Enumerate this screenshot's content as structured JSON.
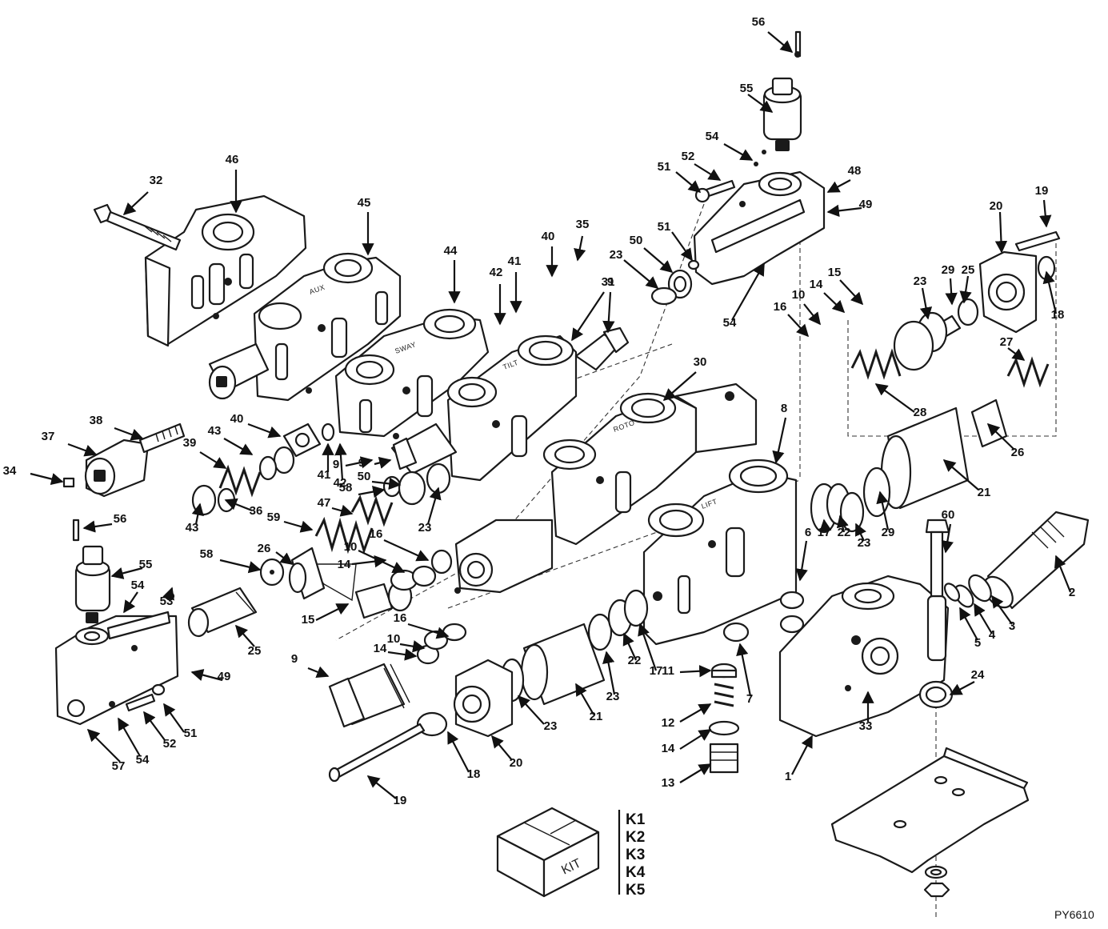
{
  "diagram": {
    "figure_code": "PY6610",
    "section_stamps": [
      "AUX",
      "SWAY",
      "TILT",
      "ROTO",
      "LIFT"
    ],
    "kit": {
      "box_label": "KIT",
      "items": [
        "K1",
        "K2",
        "K3",
        "K4",
        "K5"
      ]
    },
    "callouts": [
      {
        "label": "56"
      },
      {
        "label": "55"
      },
      {
        "label": "54"
      },
      {
        "label": "52"
      },
      {
        "label": "51"
      },
      {
        "label": "48"
      },
      {
        "label": "49"
      },
      {
        "label": "51"
      },
      {
        "label": "50"
      },
      {
        "label": "23"
      },
      {
        "label": "54"
      },
      {
        "label": "16"
      },
      {
        "label": "10"
      },
      {
        "label": "14"
      },
      {
        "label": "15"
      },
      {
        "label": "20"
      },
      {
        "label": "19"
      },
      {
        "label": "23"
      },
      {
        "label": "29"
      },
      {
        "label": "25"
      },
      {
        "label": "18"
      },
      {
        "label": "27"
      },
      {
        "label": "28"
      },
      {
        "label": "26"
      },
      {
        "label": "21"
      },
      {
        "label": "29"
      },
      {
        "label": "23"
      },
      {
        "label": "22"
      },
      {
        "label": "17"
      },
      {
        "label": "8"
      },
      {
        "label": "6"
      },
      {
        "label": "60"
      },
      {
        "label": "2"
      },
      {
        "label": "3"
      },
      {
        "label": "4"
      },
      {
        "label": "5"
      },
      {
        "label": "24"
      },
      {
        "label": "33"
      },
      {
        "label": "1"
      },
      {
        "label": "7"
      },
      {
        "label": "11"
      },
      {
        "label": "12"
      },
      {
        "label": "14"
      },
      {
        "label": "13"
      },
      {
        "label": "17"
      },
      {
        "label": "22"
      },
      {
        "label": "23"
      },
      {
        "label": "21"
      },
      {
        "label": "23"
      },
      {
        "label": "20"
      },
      {
        "label": "18"
      },
      {
        "label": "19"
      },
      {
        "label": "16"
      },
      {
        "label": "10"
      },
      {
        "label": "14"
      },
      {
        "label": "9"
      },
      {
        "label": "15"
      },
      {
        "label": "9"
      },
      {
        "label": "26"
      },
      {
        "label": "25"
      },
      {
        "label": "49"
      },
      {
        "label": "51"
      },
      {
        "label": "52"
      },
      {
        "label": "54"
      },
      {
        "label": "57"
      },
      {
        "label": "53"
      },
      {
        "label": "54"
      },
      {
        "label": "55"
      },
      {
        "label": "56"
      },
      {
        "label": "58"
      },
      {
        "label": "59"
      },
      {
        "label": "47"
      },
      {
        "label": "58"
      },
      {
        "label": "50"
      },
      {
        "label": "23"
      },
      {
        "label": "9"
      },
      {
        "label": "14"
      },
      {
        "label": "10"
      },
      {
        "label": "16"
      },
      {
        "label": "43"
      },
      {
        "label": "36"
      },
      {
        "label": "39"
      },
      {
        "label": "43"
      },
      {
        "label": "40"
      },
      {
        "label": "41"
      },
      {
        "label": "42"
      },
      {
        "label": "37"
      },
      {
        "label": "38"
      },
      {
        "label": "34"
      },
      {
        "label": "32"
      },
      {
        "label": "46"
      },
      {
        "label": "45"
      },
      {
        "label": "44"
      },
      {
        "label": "42"
      },
      {
        "label": "41"
      },
      {
        "label": "40"
      },
      {
        "label": "35"
      },
      {
        "label": "31"
      },
      {
        "label": "9"
      },
      {
        "label": "30"
      }
    ]
  }
}
